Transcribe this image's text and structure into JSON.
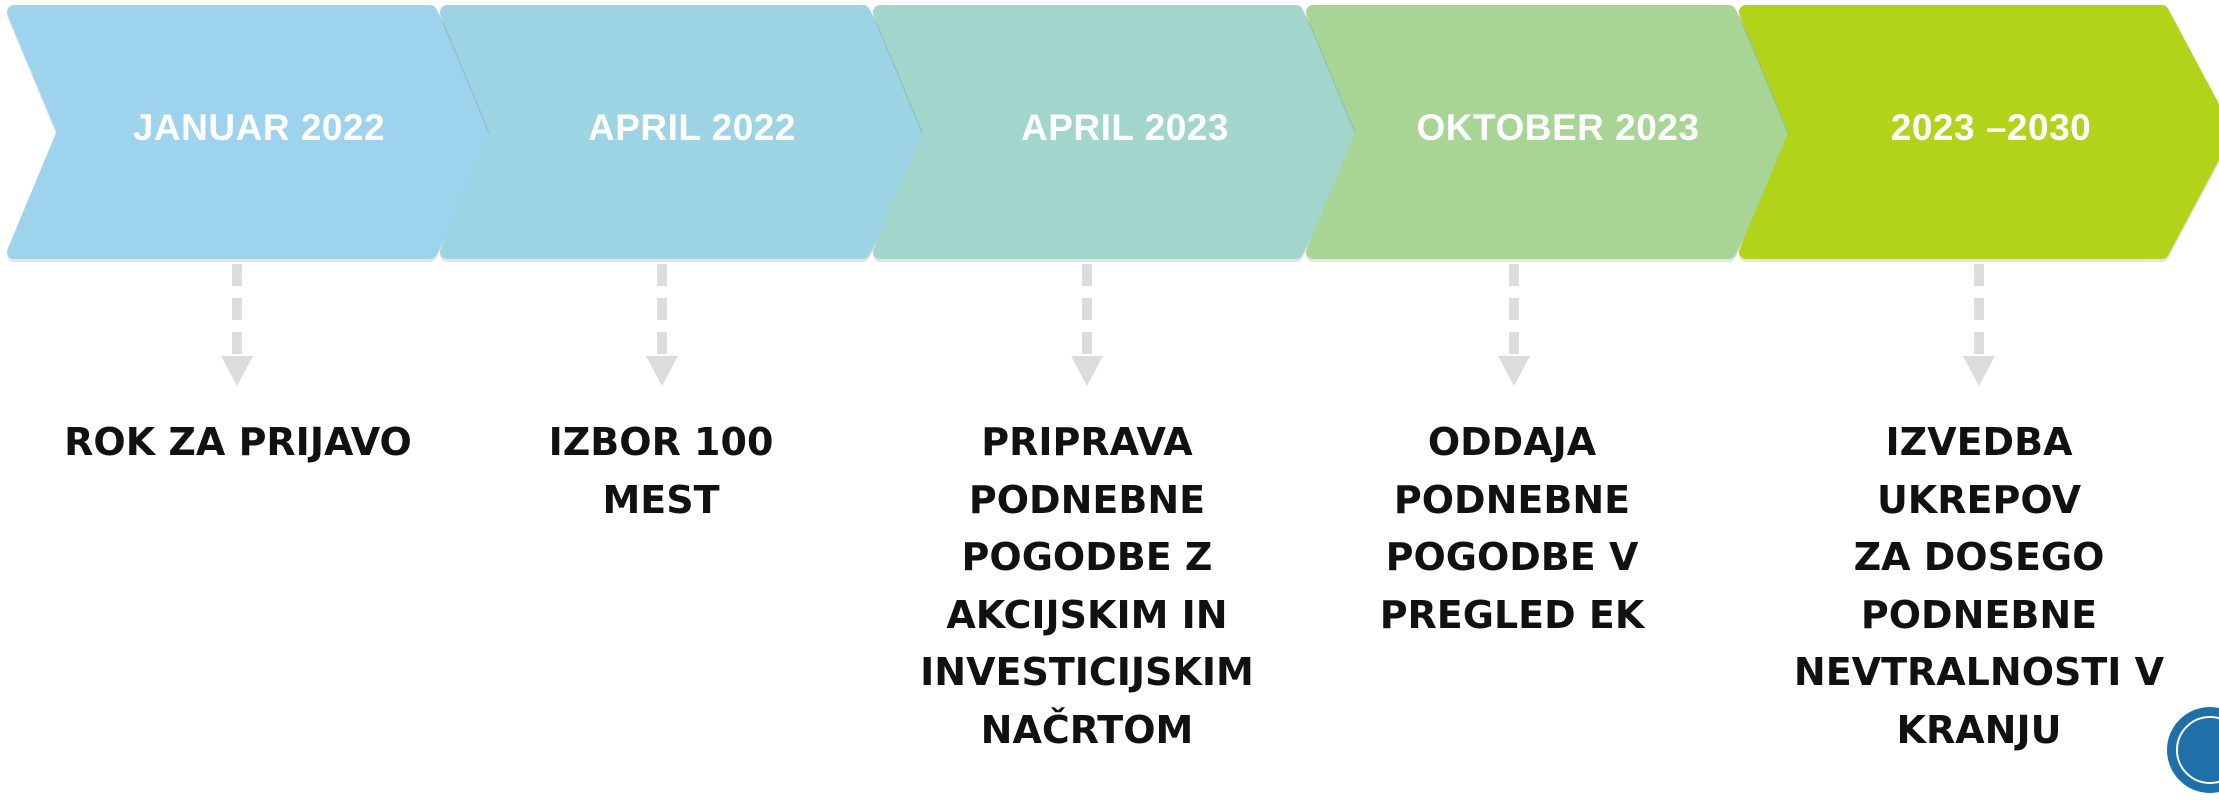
{
  "steps": [
    {
      "date": "JANUAR 2022",
      "description": "ROK ZA PRIJAVO",
      "color": "#9dd3ec"
    },
    {
      "date": "APRIL 2022",
      "description": "IZBOR 100\nMEST",
      "color": "#9cd4e3"
    },
    {
      "date": "APRIL 2023",
      "description": "PRIPRAVA\nPODNEBNE\nPOGODBE Z\nAKCIJSKIM IN\nINVESTICIJSKIM\nNAČRTOM",
      "color": "#a2d5cc"
    },
    {
      "date": "OKTOBER 2023",
      "description": "ODDAJA\nPODNEBNE\nPOGODBE V\nPREGLED EK",
      "color": "#a8d596"
    },
    {
      "date": "2023 –2030",
      "description": "IZVEDBA UKREPOV\nZA DOSEGO\nPODNEBNE\nNEVTRALNOSTI V\nKRANJU",
      "color": "#b1d31a"
    }
  ],
  "arrow_color": "#dcdcdc"
}
